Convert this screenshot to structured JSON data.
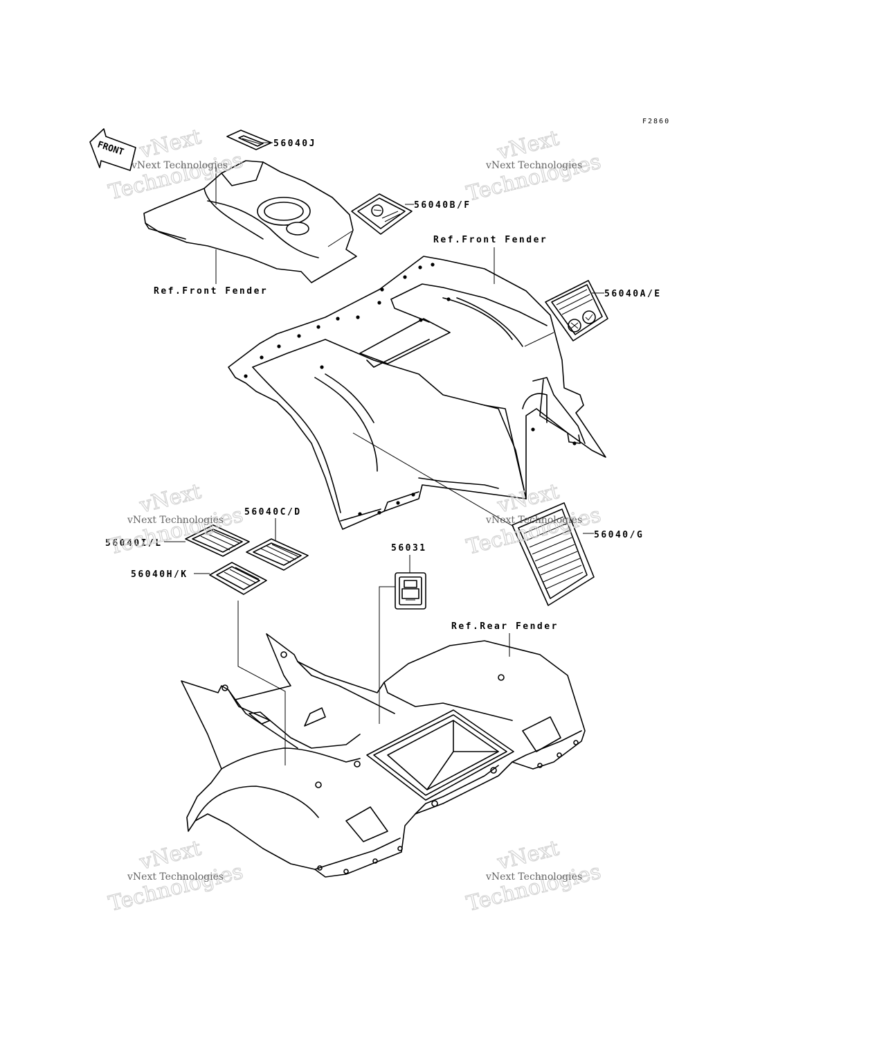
{
  "figure_code": "F2860",
  "front_arrow_label": "FRONT",
  "callouts": {
    "c56040J": "56040J",
    "c56040BF": "56040B/F",
    "ref_front_fender_1": "Ref.Front Fender",
    "ref_front_fender_2": "Ref.Front Fender",
    "c56040AE": "56040A/E",
    "c56040CD": "56040C/D",
    "c56040IL": "56040I/L",
    "c56040HK": "56040H/K",
    "c56031": "56031",
    "c56040G": "56040/G",
    "ref_rear_fender": "Ref.Rear Fender"
  },
  "watermarks": [
    {
      "line1": "vNext Technologies",
      "line2": "Technologies",
      "big": "vNext"
    },
    {
      "line1": "vNext Technologies",
      "line2": "Technologies",
      "big": "vNext"
    },
    {
      "line1": "vNext Technologies",
      "line2": "Technologies",
      "big": "vNext"
    },
    {
      "line1": "vNext Technologies",
      "line2": "Technologies",
      "big": "vNext"
    },
    {
      "line1": "vNext Technologies",
      "line2": "Technologies",
      "big": "vNext"
    },
    {
      "line1": "vNext Technologies",
      "line2": "Technologies",
      "big": "vNext"
    }
  ]
}
